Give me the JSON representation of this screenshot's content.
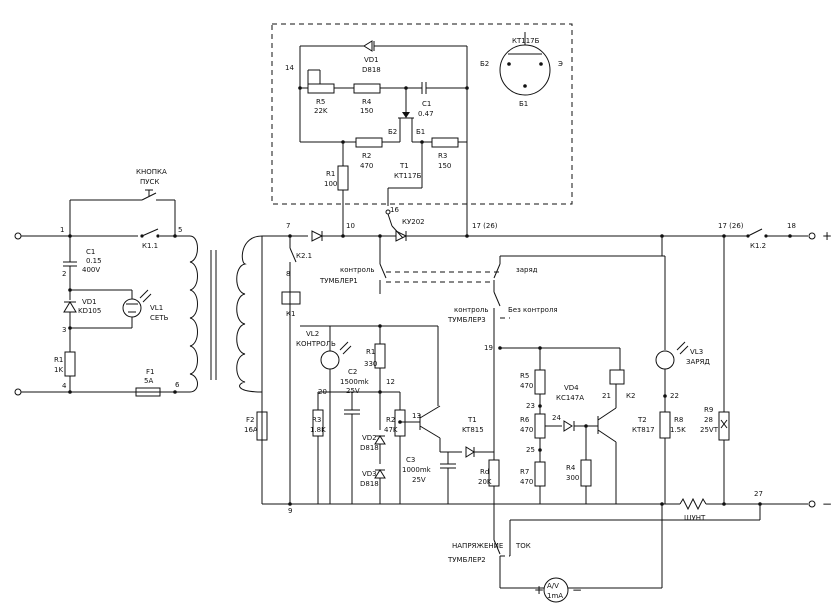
{
  "terminals": {
    "plus": "+",
    "minus": "−"
  },
  "nodes": {
    "n1": "1",
    "n2": "2",
    "n3": "3",
    "n4": "4",
    "n5": "5",
    "n6": "6",
    "n7": "7",
    "n8": "8",
    "n9": "9",
    "n10": "10",
    "n12": "12",
    "n13": "13",
    "n14": "14",
    "n16": "16",
    "n17": "17 (26)",
    "n17b": "17 (26)",
    "n18": "18",
    "n19": "19",
    "n20": "20",
    "n21": "21",
    "n22": "22",
    "n23": "23",
    "n24": "24",
    "n25": "25",
    "n27": "27"
  },
  "left": {
    "button_name": "КНОПКА",
    "button_sub": "ПУСК",
    "k11": "К1.1",
    "c1": "C1",
    "c1_val": "0.15",
    "c1_volt": "400V",
    "vd1": "VD1",
    "vd1_val": "KD105",
    "vl1": "VL1",
    "vl1_val": "СЕТЬ",
    "r1": "R1",
    "r1_val": "1K",
    "f1": "F1",
    "f1_val": "5A"
  },
  "gen": {
    "vd1": "VD1",
    "vd1_val": "D818",
    "r5": "R5",
    "r5_val": "22K",
    "r4": "R4",
    "r4_val": "150",
    "c1": "C1",
    "c1_val": "0.47",
    "b2": "Б2",
    "b1": "Б1",
    "r2": "R2",
    "r2_val": "470",
    "r3": "R3",
    "r3_val": "150",
    "t1": "T1",
    "t1_val": "КТ117Б",
    "r1": "R1",
    "r1_val": "100",
    "pin_title": "КТ117Б",
    "pin_b2": "Б2",
    "pin_e": "Э",
    "pin_b1": "Б1"
  },
  "main": {
    "ku202": "КУ202",
    "k21": "К2.1",
    "control": "контроль",
    "tumbler1": "ТУМБЛЕР1",
    "charge": "заряд",
    "control3": "контроль",
    "tumbler3": "ТУМБЛЕР3",
    "no_control": "Без контроля",
    "k1": "К1",
    "vl2": "VL2",
    "vl2_val": "КОНТРОЛЬ",
    "r1": "R1",
    "r1_val": "330",
    "c2": "C2",
    "c2_val": "1500mk",
    "c2_volt": "25V",
    "f2": "F2",
    "f2_val": "16A",
    "r3": "R3",
    "r3_val": "1.8K",
    "r2": "R2",
    "r2_val": "47K",
    "vd2": "VD2",
    "vd2_val": "D818",
    "vd3": "VD3",
    "vd3_val": "D818",
    "t1": "T1",
    "t1_val": "KT815",
    "c3": "C3",
    "c3_val": "1000mk",
    "c3_volt": "25V",
    "rd": "Rd",
    "rd_val": "20K",
    "r5": "R5",
    "r5_val": "470",
    "vd4": "VD4",
    "vd4_val": "КС147А",
    "r6": "R6",
    "r6_val": "470",
    "r7": "R7",
    "r7_val": "470",
    "r4": "R4",
    "r4_val": "300",
    "k2": "К2",
    "t2": "T2",
    "t2_val": "КТ817",
    "vl3": "VL3",
    "vl3_val": "ЗАРЯД",
    "r8": "R8",
    "r8_val": "1.5K",
    "r9": "R9",
    "r9_val": "28",
    "r9_volt": "25VT",
    "k12": "К1.2",
    "shunt": "ШУНТ",
    "voltage": "НАПРЯЖЕНИЕ",
    "current": "ТОК",
    "tumbler2": "ТУМБЛЕР2",
    "meter": "A/V",
    "meter_val": "1mA",
    "m_plus": "+",
    "m_minus": "−"
  }
}
